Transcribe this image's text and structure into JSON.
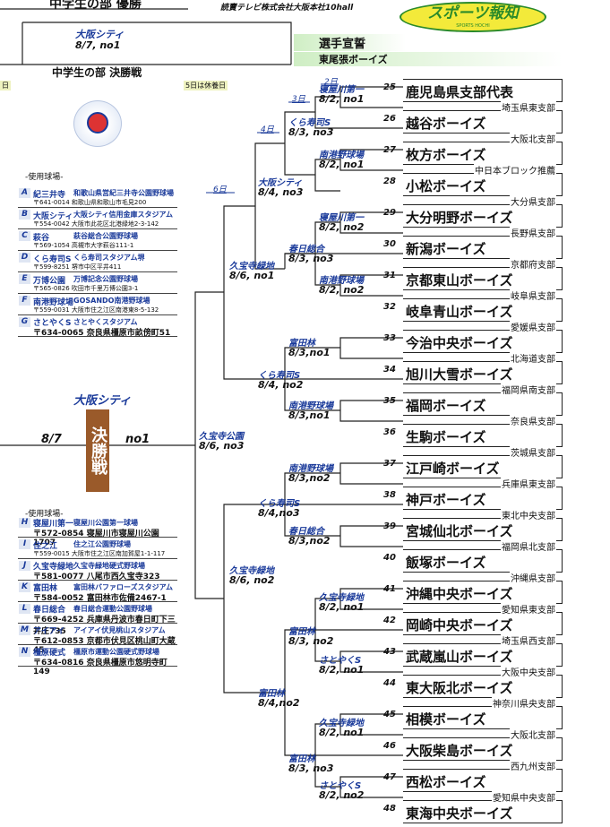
{
  "header": {
    "top_title": "中学生の部 優勝",
    "sponsor": "読賣テレビ株式会社大阪本社10hall",
    "logo_text": "スポーツ報知",
    "logo_sub": "SPORTS HOCHI",
    "champion_slot_venue": "大阪シティ",
    "champion_slot_date": "8/7, no1",
    "final_title": "中学生の部 決勝戦",
    "left_day_note": "日",
    "rest_note": "5日は休養日",
    "oath_title": "選手宣誓",
    "oath_team": "東尾張ボーイズ"
  },
  "days": {
    "d2": "2日",
    "d3": "3日",
    "d4": "4日",
    "d6": "6日"
  },
  "final": {
    "venue": "大阪シティ",
    "date": "8/7",
    "no": "no1",
    "label": "決勝戦"
  },
  "venues_top": {
    "heading": "-使用球場-",
    "rows": [
      {
        "letter": "A",
        "short": "紀三井寺",
        "name": "和歌山県営紀三井寺公園野球場",
        "addr": "〒641-0014 和歌山県和歌山市毛見200"
      },
      {
        "letter": "B",
        "short": "大阪シティ",
        "name": "大阪シティ信用金庫スタジアム",
        "addr": "〒554-0042 大阪市此花区北港緑地2-3-142"
      },
      {
        "letter": "C",
        "short": "萩谷",
        "name": "萩谷総合公園野球場",
        "addr": "〒569-1054 高槻市大字萩谷111-1"
      },
      {
        "letter": "D",
        "short": "くら寿司S",
        "name": "くら寿司スタジアム堺",
        "addr": "〒599-8251 堺市中区平井411"
      },
      {
        "letter": "E",
        "short": "万博公園",
        "name": "万博記念公園野球場",
        "addr": "〒565-0826 吹田市千里万博公園3-1"
      },
      {
        "letter": "F",
        "short": "南港野球場",
        "name": "GOSANDO南港野球場",
        "addr": "〒559-0031 大阪市住之江区南港東8-5-132"
      },
      {
        "letter": "G",
        "short": "さとやくS",
        "name": "さとやくスタジアム",
        "addr": "〒634-0065 奈良県橿原市畝傍町51"
      }
    ]
  },
  "venues_bottom": {
    "heading": "-使用球場-",
    "rows": [
      {
        "letter": "H",
        "short": "寝屋川第一",
        "name": "寝屋川公園第一球場",
        "addr": "〒572-0854 寝屋川市寝屋川公園1707"
      },
      {
        "letter": "I",
        "short": "住之江",
        "name": "住之江公園野球場",
        "addr": "〒559-0015 大阪市住之江区南加賀屋1-1-117"
      },
      {
        "letter": "J",
        "short": "久宝寺緑地",
        "name": "久宝寺緑地硬式野球場",
        "addr": "〒581-0077 八尾市西久宝寺323"
      },
      {
        "letter": "K",
        "short": "富田林",
        "name": "富田林バファローズスタジアム",
        "addr": "〒584-0052 富田林市佐備2467-1"
      },
      {
        "letter": "L",
        "short": "春日総合",
        "name": "春日総合運動公園野球場",
        "addr": "〒669-4252 兵庫県丹波市春日町下三井庄735"
      },
      {
        "letter": "M",
        "short": "アイアイ",
        "name": "アイアイ伏見桃山スタジアム",
        "addr": "〒612-0853 京都市伏見区桃山町大蔵45"
      },
      {
        "letter": "N",
        "short": "橿原硬式",
        "name": "橿原市運動公園硬式野球場",
        "addr": "〒634-0816 奈良県橿原市悠明寺町149"
      }
    ]
  },
  "teams": [
    {
      "num": "25",
      "region": "",
      "name": "鹿児島県支部代表"
    },
    {
      "num": "26",
      "region": "埼玉県東支部",
      "name": "越谷ボーイズ"
    },
    {
      "num": "27",
      "region": "大阪北支部",
      "name": "枚方ボーイズ"
    },
    {
      "num": "28",
      "region": "中日本ブロック推薦",
      "name": "小松ボーイズ"
    },
    {
      "num": "29",
      "region": "大分県支部",
      "name": "大分明野ボーイズ"
    },
    {
      "num": "30",
      "region": "長野県支部",
      "name": "新潟ボーイズ"
    },
    {
      "num": "31",
      "region": "京都府支部",
      "name": "京都東山ボーイズ"
    },
    {
      "num": "32",
      "region": "岐阜県支部",
      "name": "岐阜青山ボーイズ"
    },
    {
      "num": "33",
      "region": "愛媛県支部",
      "name": "今治中央ボーイズ"
    },
    {
      "num": "34",
      "region": "北海道支部",
      "name": "旭川大雪ボーイズ"
    },
    {
      "num": "35",
      "region": "福岡県南支部",
      "name": "福岡ボーイズ"
    },
    {
      "num": "36",
      "region": "奈良県支部",
      "name": "生駒ボーイズ"
    },
    {
      "num": "37",
      "region": "茨城県支部",
      "name": "江戸崎ボーイズ"
    },
    {
      "num": "38",
      "region": "兵庫県東支部",
      "name": "神戸ボーイズ"
    },
    {
      "num": "39",
      "region": "東北中央支部",
      "name": "宮城仙北ボーイズ"
    },
    {
      "num": "40",
      "region": "福岡県北支部",
      "name": "飯塚ボーイズ"
    },
    {
      "num": "41",
      "region": "沖縄県支部",
      "name": "沖縄中央ボーイズ"
    },
    {
      "num": "42",
      "region": "愛知県東支部",
      "name": "岡崎中央ボーイズ"
    },
    {
      "num": "43",
      "region": "埼玉県西支部",
      "name": "武蔵嵐山ボーイズ"
    },
    {
      "num": "44",
      "region": "大阪中央支部",
      "name": "東大阪北ボーイズ"
    },
    {
      "num": "45",
      "region": "神奈川県央支部",
      "name": "相模ボーイズ"
    },
    {
      "num": "46",
      "region": "大阪北支部",
      "name": "大阪柴島ボーイズ"
    },
    {
      "num": "47",
      "region": "西九州支部",
      "name": "西松ボーイズ"
    },
    {
      "num": "48",
      "region": "愛知県中央支部",
      "name": "東海中央ボーイズ"
    }
  ],
  "matches": [
    {
      "venue": "寝屋川第一",
      "date": "8/2, no1"
    },
    {
      "venue": "くら寿司S",
      "date": "8/3, no3"
    },
    {
      "venue": "南港野球場",
      "date": "8/2, no1"
    },
    {
      "venue": "大阪シティ",
      "date": "8/4, no3"
    },
    {
      "venue": "寝屋川第一",
      "date": "8/2, no2"
    },
    {
      "venue": "春日総合",
      "date": "8/3, no3"
    },
    {
      "venue": "南港野球場",
      "date": "8/2, no2"
    },
    {
      "venue": "久宝寺緑地",
      "date": "8/6, no1"
    },
    {
      "venue": "富田林",
      "date": "8/3,no1"
    },
    {
      "venue": "くら寿司S",
      "date": "8/4, no2"
    },
    {
      "venue": "南港野球場",
      "date": "8/3,no1"
    },
    {
      "venue": "久宝寺公園",
      "date": "8/6, no3"
    },
    {
      "venue": "南港野球場",
      "date": "8/3,no2"
    },
    {
      "venue": "くら寿司S",
      "date": "8/4,no3"
    },
    {
      "venue": "春日総合",
      "date": "8/3,no2"
    },
    {
      "venue": "久宝寺緑地",
      "date": "8/6, no2"
    },
    {
      "venue": "久宝寺緑地",
      "date": "8/2, no1"
    },
    {
      "venue": "富田林",
      "date": "8/3, no2"
    },
    {
      "venue": "さとやくS",
      "date": "8/2, no1"
    },
    {
      "venue": "富田林",
      "date": "8/4,no2"
    },
    {
      "venue": "久宝寺緑地",
      "date": "8/2, no1"
    },
    {
      "venue": "富田林",
      "date": "8/3, no3"
    },
    {
      "venue": "さとやくS",
      "date": "8/2, no2"
    }
  ],
  "colors": {
    "venue_blue": "#1a3a9a",
    "logo_green": "#2a8a2a",
    "logo_yellow": "#f3ea3a",
    "final_brown": "#9a5a2a"
  }
}
